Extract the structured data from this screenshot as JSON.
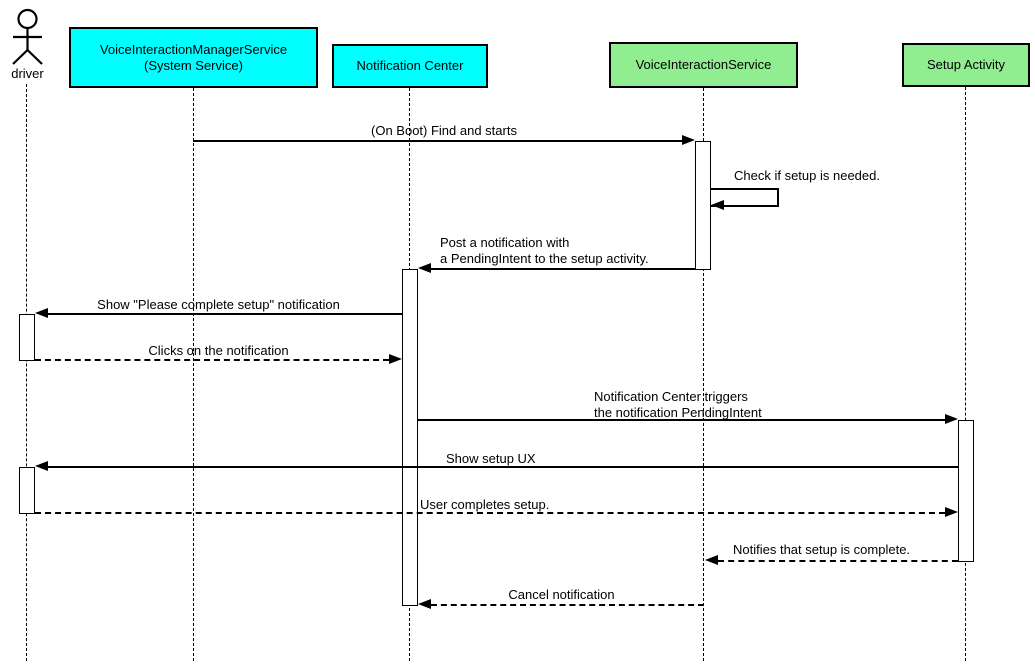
{
  "participants": [
    {
      "name": "driver",
      "kind": "actor"
    },
    {
      "name": "VoiceInteractionManagerService\n(System Service)",
      "kind": "box",
      "fill": "#00FFFF"
    },
    {
      "name": "Notification Center",
      "kind": "box",
      "fill": "#00FFFF"
    },
    {
      "name": "VoiceInteractionService",
      "kind": "box",
      "fill": "#90EE90"
    },
    {
      "name": "Setup Activity",
      "kind": "box",
      "fill": "#90EE90"
    }
  ],
  "colors": {
    "system_component": "#00FFFF",
    "app_component": "#90EE90",
    "line": "#000000",
    "background": "#FFFFFF"
  },
  "messages": [
    {
      "text": "(On Boot) Find and starts",
      "from": "VoiceInteractionManagerService (System Service)",
      "to": "VoiceInteractionService",
      "line": "solid"
    },
    {
      "text": "Check if setup is needed.",
      "from": "VoiceInteractionService",
      "to": "VoiceInteractionService",
      "line": "solid"
    },
    {
      "text": "Post a notification with\na PendingIntent to the setup activity.",
      "from": "VoiceInteractionService",
      "to": "Notification Center",
      "line": "solid"
    },
    {
      "text": "Show \"Please complete setup\" notification",
      "from": "Notification Center",
      "to": "driver",
      "line": "solid"
    },
    {
      "text": "Clicks on the notification",
      "from": "driver",
      "to": "Notification Center",
      "line": "dashed"
    },
    {
      "text": "Notification Center triggers\nthe notification PendingIntent",
      "from": "Notification Center",
      "to": "Setup Activity",
      "line": "solid"
    },
    {
      "text": "Show setup UX",
      "from": "Setup Activity",
      "to": "driver",
      "line": "solid"
    },
    {
      "text": "User completes setup.",
      "from": "driver",
      "to": "Setup Activity",
      "line": "dashed"
    },
    {
      "text": "Notifies that setup is complete.",
      "from": "Setup Activity",
      "to": "VoiceInteractionService",
      "line": "dashed"
    },
    {
      "text": "Cancel notification",
      "from": "VoiceInteractionService",
      "to": "Notification Center",
      "line": "dashed"
    }
  ]
}
